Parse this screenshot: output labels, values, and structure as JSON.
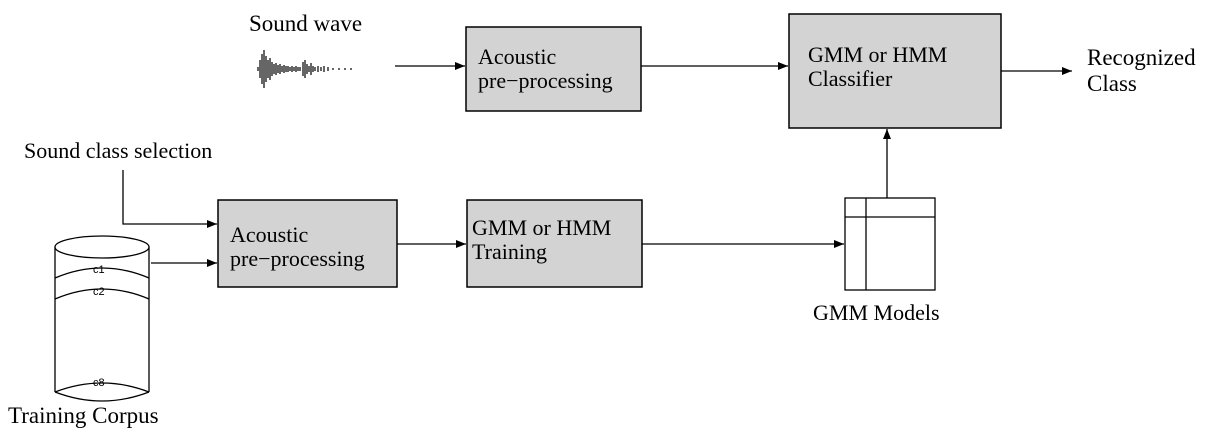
{
  "labels": {
    "sound_wave": "Sound wave",
    "sound_class_selection": "Sound class selection",
    "recognized_line1": "Recognized",
    "recognized_line2": "Class",
    "gmm_models": "GMM Models",
    "training_corpus": "Training Corpus"
  },
  "boxes": {
    "acoustic_top": {
      "line1": "Acoustic",
      "line2": "pre−processing"
    },
    "classifier": {
      "line1": "GMM or HMM",
      "line2": "Classifier"
    },
    "acoustic_bottom": {
      "line1": "Acoustic",
      "line2": "pre−processing"
    },
    "training": {
      "line1": "GMM or HMM",
      "line2": "Training"
    }
  },
  "corpus": {
    "sections": [
      "c1",
      "c2",
      "c8"
    ]
  },
  "colors": {
    "box_fill": "#d3d3d3",
    "stroke": "#000000",
    "background": "#ffffff"
  }
}
